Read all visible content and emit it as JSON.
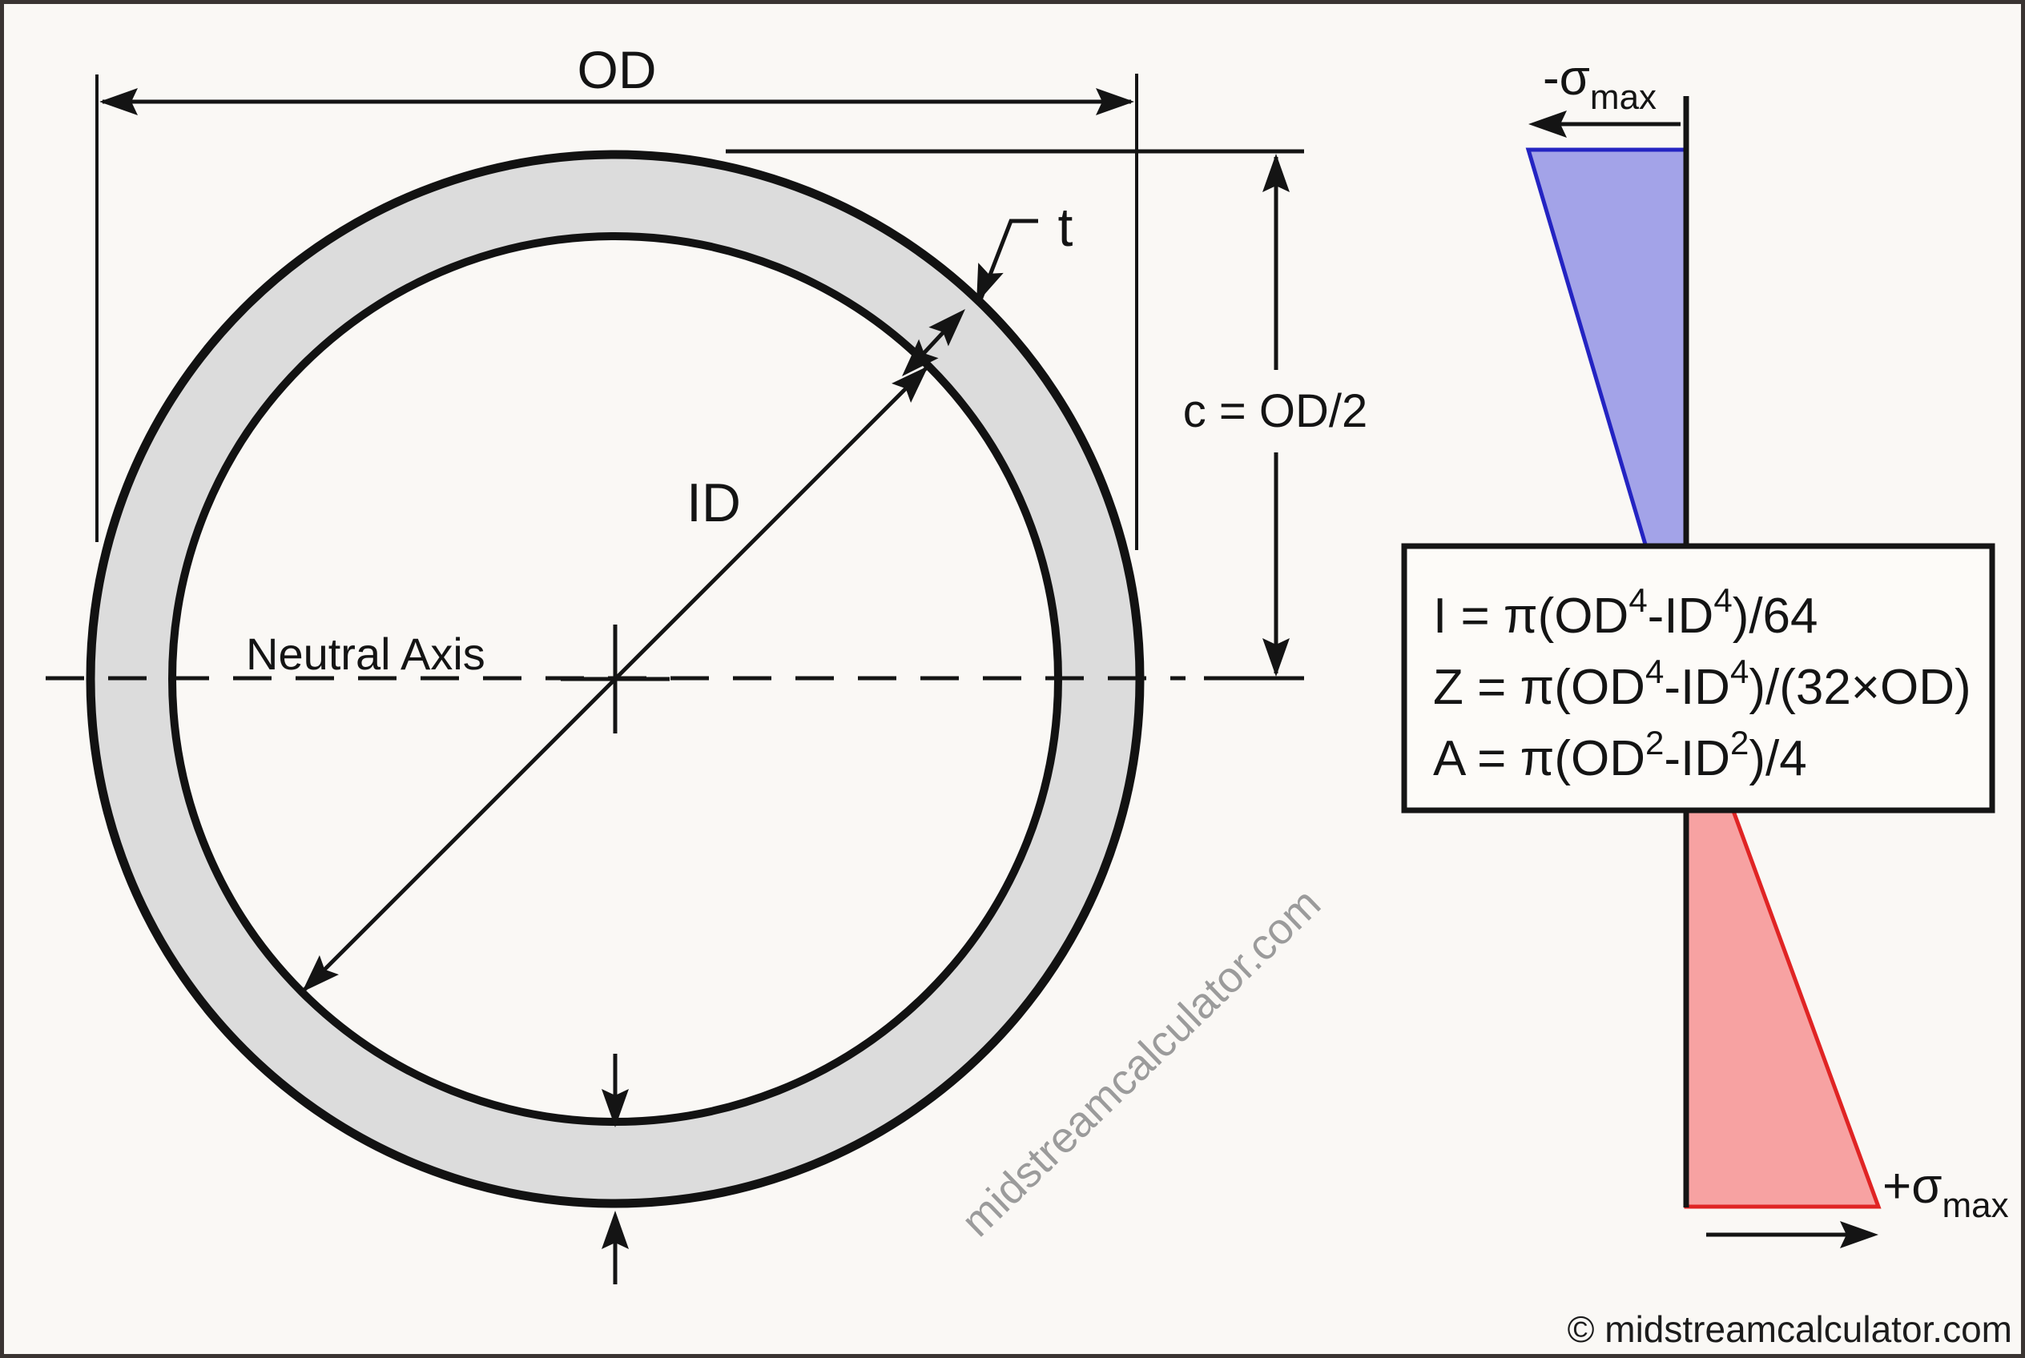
{
  "diagram": {
    "od_label": "OD",
    "id_label": "ID",
    "thickness_label": "t",
    "c_label": "c = OD/2",
    "neutral_axis_label": "Neutral Axis"
  },
  "stress_diagram": {
    "negative_stress_label": "-σ",
    "positive_stress_label": "+σ",
    "max_subscript": "max"
  },
  "formula_box": {
    "moment_of_inertia": {
      "p1": "I = π(OD",
      "s1": "4",
      "p2": "-ID",
      "s2": "4",
      "p3": ")/64"
    },
    "section_modulus": {
      "p1": "Z = π(OD",
      "s1": "4",
      "p2": "-ID",
      "s2": "4",
      "p3": ")/(32×OD)"
    },
    "area": {
      "p1": "A = π(OD",
      "s1": "2",
      "p2": "-ID",
      "s2": "2",
      "p3": ")/4"
    }
  },
  "watermark": "midstreamcalculator.com",
  "copyright": "© midstreamcalculator.com",
  "colors": {
    "background": "#faf8f5",
    "ring_fill": "#dcdcdc",
    "line": "#141414",
    "box_fill": "#fdfbf8",
    "compression_fill": "#a3a3e8",
    "compression_stroke": "#2424c2",
    "tension_fill": "#f7a2a2",
    "tension_stroke": "#e02424",
    "watermark_gray": "#9b9b9b"
  }
}
